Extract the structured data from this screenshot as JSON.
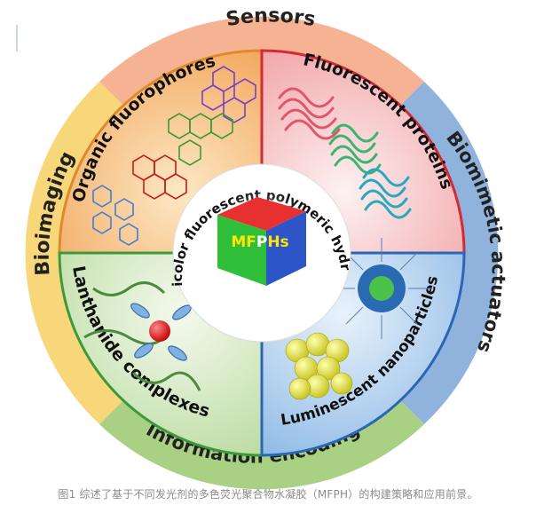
{
  "outer_ring": {
    "sensors": "Sensors",
    "biomimetic_actuators": "Biomimetic actuators",
    "information_encoding": "Information encoding",
    "bioimaging": "Bioimaging"
  },
  "quadrants": {
    "organic_fluorophores": "Organic fluorophores",
    "fluorescent_proteins": "Fluorescent proteins",
    "lanthanide_complexes": "Lanthanide complexes",
    "luminescent_nanoparticles": "Luminescent nanoparticles"
  },
  "center": {
    "ring_text": "Multicolor fluorescent polymeric hydrogels",
    "cube_label_parts": [
      "M",
      "F",
      "P",
      "Hs"
    ]
  },
  "caption": "图1 综述了基于不同发光剂的多色荧光聚合物水凝胶（MFPH）的构建策略和应用前景。",
  "colors": {
    "sensors": "#f4a98a",
    "biomimetic_actuators": "#7fa7d3",
    "information_encoding": "#9fcc7a",
    "bioimaging": "#f6d06b",
    "organic_quadrant": "#f6c08a",
    "proteins_quadrant": "#f5c4c6",
    "lanthanide_quadrant": "#d8ebc8",
    "nanoparticles_quadrant": "#b9d4ee"
  }
}
